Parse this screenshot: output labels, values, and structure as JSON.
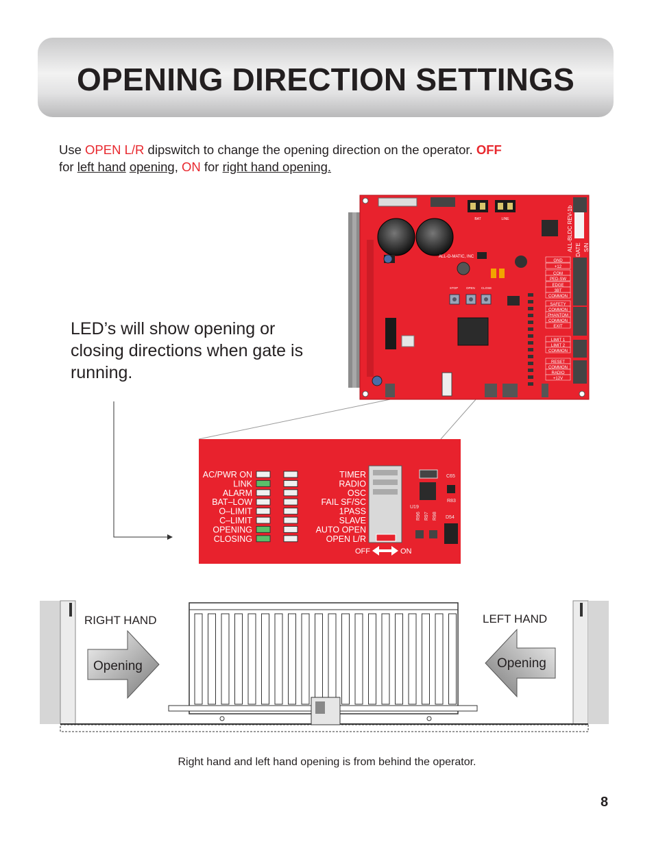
{
  "title": "OPENING DIRECTION SETTINGS",
  "intro": {
    "t1": "Use ",
    "t2": "OPEN L/R",
    "t3": " dipswitch to change the opening direction on the operator. ",
    "t4": "OFF",
    "t5": "for ",
    "t6": "left hand",
    "t7": " ",
    "t8": "opening",
    "t9": ", ",
    "t10": "ON",
    "t11": " for ",
    "t12": "right hand opening."
  },
  "led_note": "LED’s will show opening or closing directions when gate is running.",
  "board": {
    "brand": "ALL-O-MATIC, INC",
    "rev": "ALL-BLDC REV-1b",
    "date": "DATE",
    "sn": "S/N",
    "bat": "BAT",
    "line": "LINE",
    "buttons": [
      "STOP",
      "OPEN",
      "CLOSE"
    ],
    "terminals": [
      "GND",
      "+12",
      "COM",
      "PED-SW",
      "EDGE",
      "3BT",
      "COMMON",
      "SAFETY",
      "COMMON",
      "PHANTOM",
      "COMMON",
      "EXIT",
      "LIMIT 1",
      "LIMIT 2",
      "COMMON",
      "RESET",
      "COMMON",
      "RADIO",
      "+12V"
    ]
  },
  "zoom": {
    "leds": [
      "AC/PWR ON",
      "LINK",
      "ALARM",
      "BAT–LOW",
      "O–LIMIT",
      "C–LIMIT",
      "OPENING",
      "CLOSING"
    ],
    "dips": [
      "TIMER",
      "RADIO",
      "OSC",
      "FAIL SF/SC",
      "1PASS",
      "SLAVE",
      "AUTO OPEN",
      "OPEN L/R"
    ],
    "off_label": "OFF",
    "on_label": "ON",
    "parts": [
      "C65",
      "U19",
      "R83",
      "D54",
      "R96",
      "R97",
      "R98"
    ]
  },
  "gate": {
    "right_label": "RIGHT HAND",
    "left_label": "LEFT HAND",
    "arrow_text": "Opening"
  },
  "caption": "Right hand and left hand opening is from behind the operator.",
  "page_number": "8"
}
